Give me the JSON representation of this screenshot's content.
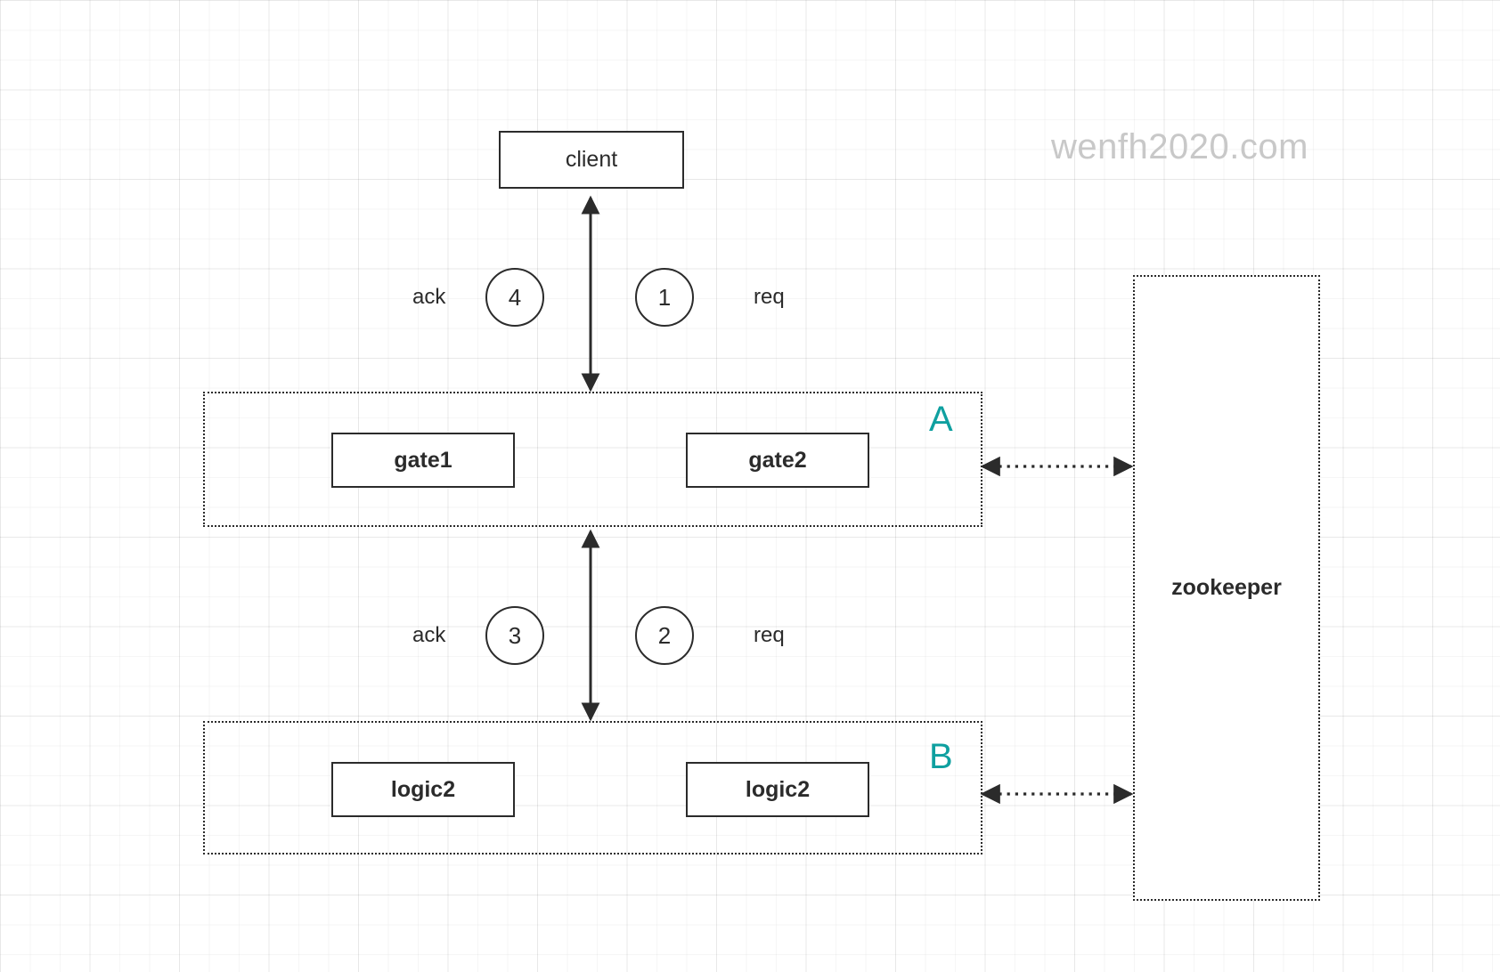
{
  "watermark": {
    "text": "wenfh2020.com"
  },
  "colors": {
    "stroke": "#2b2b2b",
    "group_label": "#0fa0a0",
    "watermark": "#c8c8c8",
    "background": "#ffffff",
    "grid": "#ededed"
  },
  "nodes": {
    "client": {
      "label": "client"
    },
    "gate1": {
      "label": "gate1"
    },
    "gate2": {
      "label": "gate2"
    },
    "logic_left": {
      "label": "logic2"
    },
    "logic_right": {
      "label": "logic2"
    },
    "zookeeper": {
      "label": "zookeeper"
    }
  },
  "groups": {
    "a": {
      "label": "A"
    },
    "b": {
      "label": "B"
    }
  },
  "flows": {
    "client_gate": {
      "ack_label": "ack",
      "ack_step": "4",
      "req_step": "1",
      "req_label": "req"
    },
    "gate_logic": {
      "ack_label": "ack",
      "ack_step": "3",
      "req_step": "2",
      "req_label": "req"
    }
  }
}
